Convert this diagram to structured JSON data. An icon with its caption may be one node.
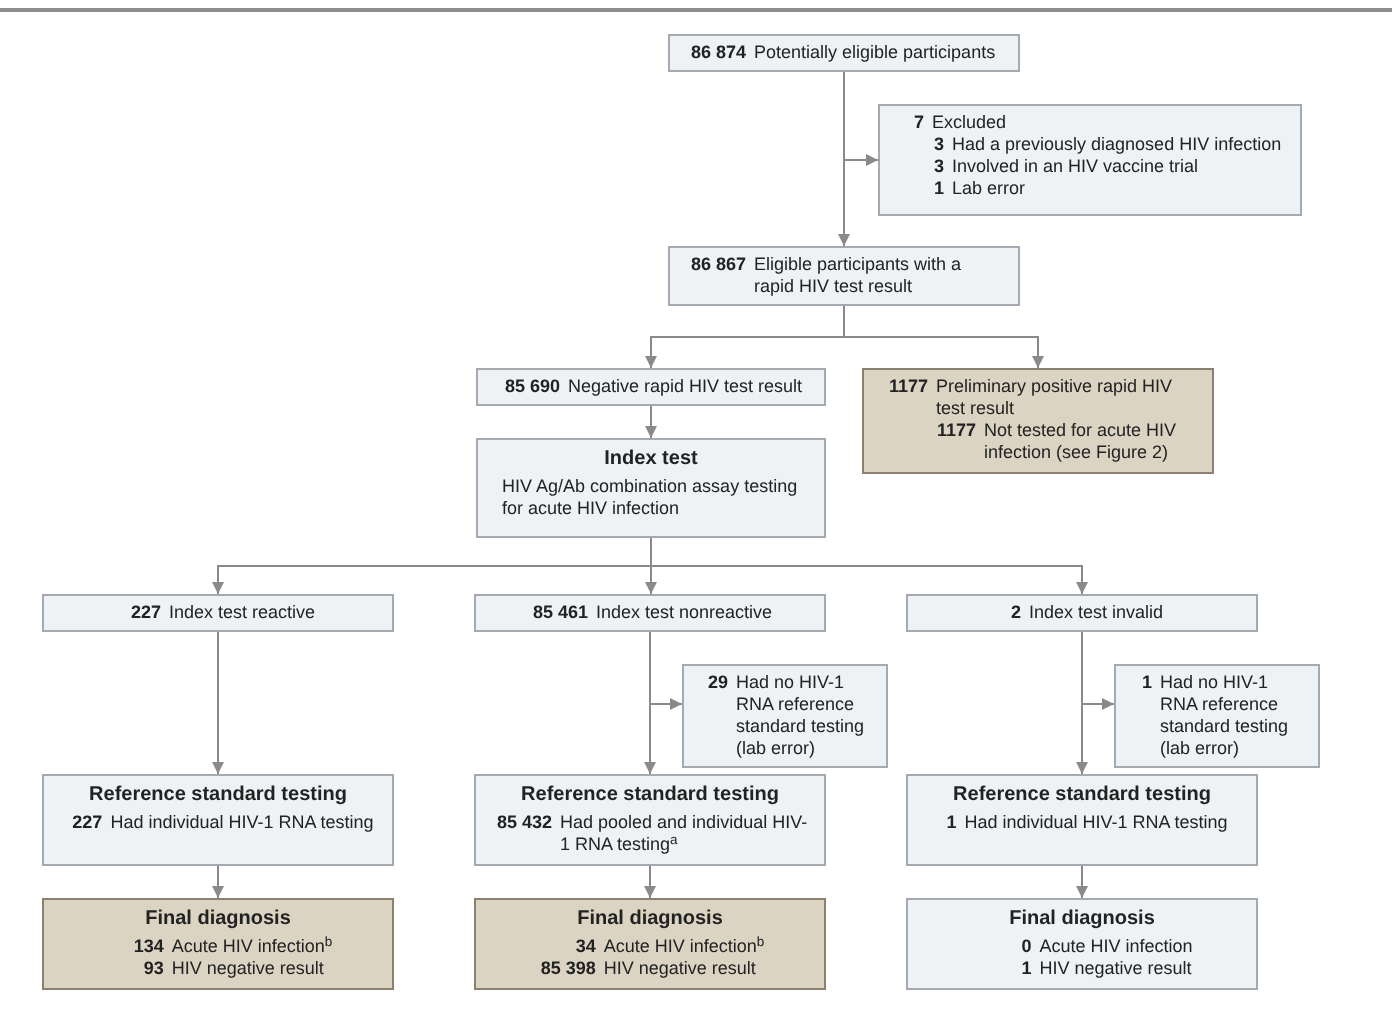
{
  "diagram": {
    "nodes": [
      {
        "text": [
          "86 874",
          "Potentially eligible participants"
        ]
      },
      {
        "text": [
          "7",
          "Excluded",
          "3",
          "Had a previously diagnosed HIV infection",
          "3",
          "Involved in an HIV vaccine trial",
          "1",
          "Lab error"
        ]
      },
      {
        "text": [
          "86 867",
          "Eligible participants with a rapid HIV test result"
        ]
      },
      {
        "text": [
          "85 690",
          "Negative rapid HIV test result"
        ]
      },
      {
        "text": [
          "1177",
          "Preliminary positive rapid HIV test result",
          "1177",
          "Not tested for acute HIV infection (see Figure 2)"
        ]
      },
      {
        "text": [
          "Index test",
          "HIV Ag/Ab combination assay testing for acute HIV infection"
        ]
      },
      {
        "text": [
          "227",
          "Index test reactive"
        ]
      },
      {
        "text": [
          "85 461",
          "Index test nonreactive"
        ]
      },
      {
        "text": [
          "2",
          "Index test invalid"
        ]
      },
      {
        "text": [
          "29",
          "Had no HIV-1 RNA reference standard testing (lab error)"
        ]
      },
      {
        "text": [
          "1",
          "Had no HIV-1 RNA reference standard testing (lab error)"
        ]
      },
      {
        "text": [
          "Reference standard testing",
          "227",
          "Had individual HIV-1 RNA testing"
        ]
      },
      {
        "text": [
          "Reference standard testing",
          "85 432",
          "Had pooled and individual HIV-1 RNA testing$^{a}$"
        ]
      },
      {
        "text": [
          "Reference standard testing",
          "1",
          "Had individual HIV-1 RNA testing"
        ]
      },
      {
        "text": [
          "Final diagnosis",
          "134",
          "Acute HIV infection$^{b}$",
          "93",
          "HIV negative result"
        ]
      },
      {
        "text": [
          "Final diagnosis",
          "34",
          "Acute HIV infection$^{b}$",
          "85 398",
          "HIV negative result"
        ]
      },
      {
        "text": [
          "Final diagnosis",
          "0",
          "Acute HIV infection",
          "1",
          "HIV negative result"
        ]
      }
    ],
    "edges": [
      {
        "from": 0,
        "to": 2,
        "arrow": "to"
      },
      {
        "from": 0,
        "to": 1,
        "arrow": "to"
      },
      {
        "from": 2,
        "to": 3,
        "arrow": "to"
      },
      {
        "from": 2,
        "to": 4,
        "arrow": "to"
      },
      {
        "from": 3,
        "to": 5,
        "arrow": "to"
      },
      {
        "from": 5,
        "to": 6,
        "arrow": "to"
      },
      {
        "from": 5,
        "to": 7,
        "arrow": "to"
      },
      {
        "from": 5,
        "to": 8,
        "arrow": "to"
      },
      {
        "from": 6,
        "to": 11,
        "arrow": "to"
      },
      {
        "from": 7,
        "to": 12,
        "arrow": "to"
      },
      {
        "from": 7,
        "to": 9,
        "arrow": "to"
      },
      {
        "from": 8,
        "to": 13,
        "arrow": "to"
      },
      {
        "from": 8,
        "to": 10,
        "arrow": "to"
      },
      {
        "from": 11,
        "to": 14,
        "arrow": "to"
      },
      {
        "from": 12,
        "to": 15,
        "arrow": "to"
      },
      {
        "from": 13,
        "to": 16,
        "arrow": "to"
      }
    ]
  }
}
